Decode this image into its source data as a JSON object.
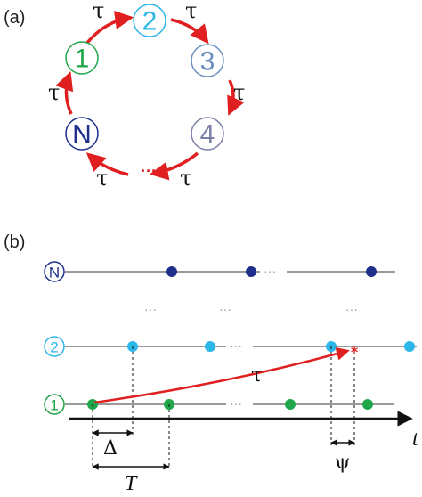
{
  "panel_a": {
    "label": "(a)",
    "nodes": [
      {
        "text": "1",
        "color": "#1fa64a"
      },
      {
        "text": "2",
        "color": "#2db6e8"
      },
      {
        "text": "3",
        "color": "#6b8fbf"
      },
      {
        "text": "4",
        "color": "#7a7fa8"
      },
      {
        "text": "N",
        "color": "#1f2f8c"
      }
    ],
    "delay_symbol": "τ",
    "ellipsis": "···"
  },
  "panel_b": {
    "label": "(b)",
    "row_labels": {
      "n": "N",
      "two": "2",
      "one": "1"
    },
    "time_label": "t",
    "delta_label": "Δ",
    "period_label": "T",
    "phase_label": "ψ",
    "tau_label": "τ",
    "ellipsis": "···"
  },
  "colors": {
    "arrow_red": "#e02020",
    "node_green": "#1fa64a",
    "node_cyan": "#2db6e8",
    "node_navy": "#1f2f8c",
    "line_gray": "#9a9a9a"
  }
}
